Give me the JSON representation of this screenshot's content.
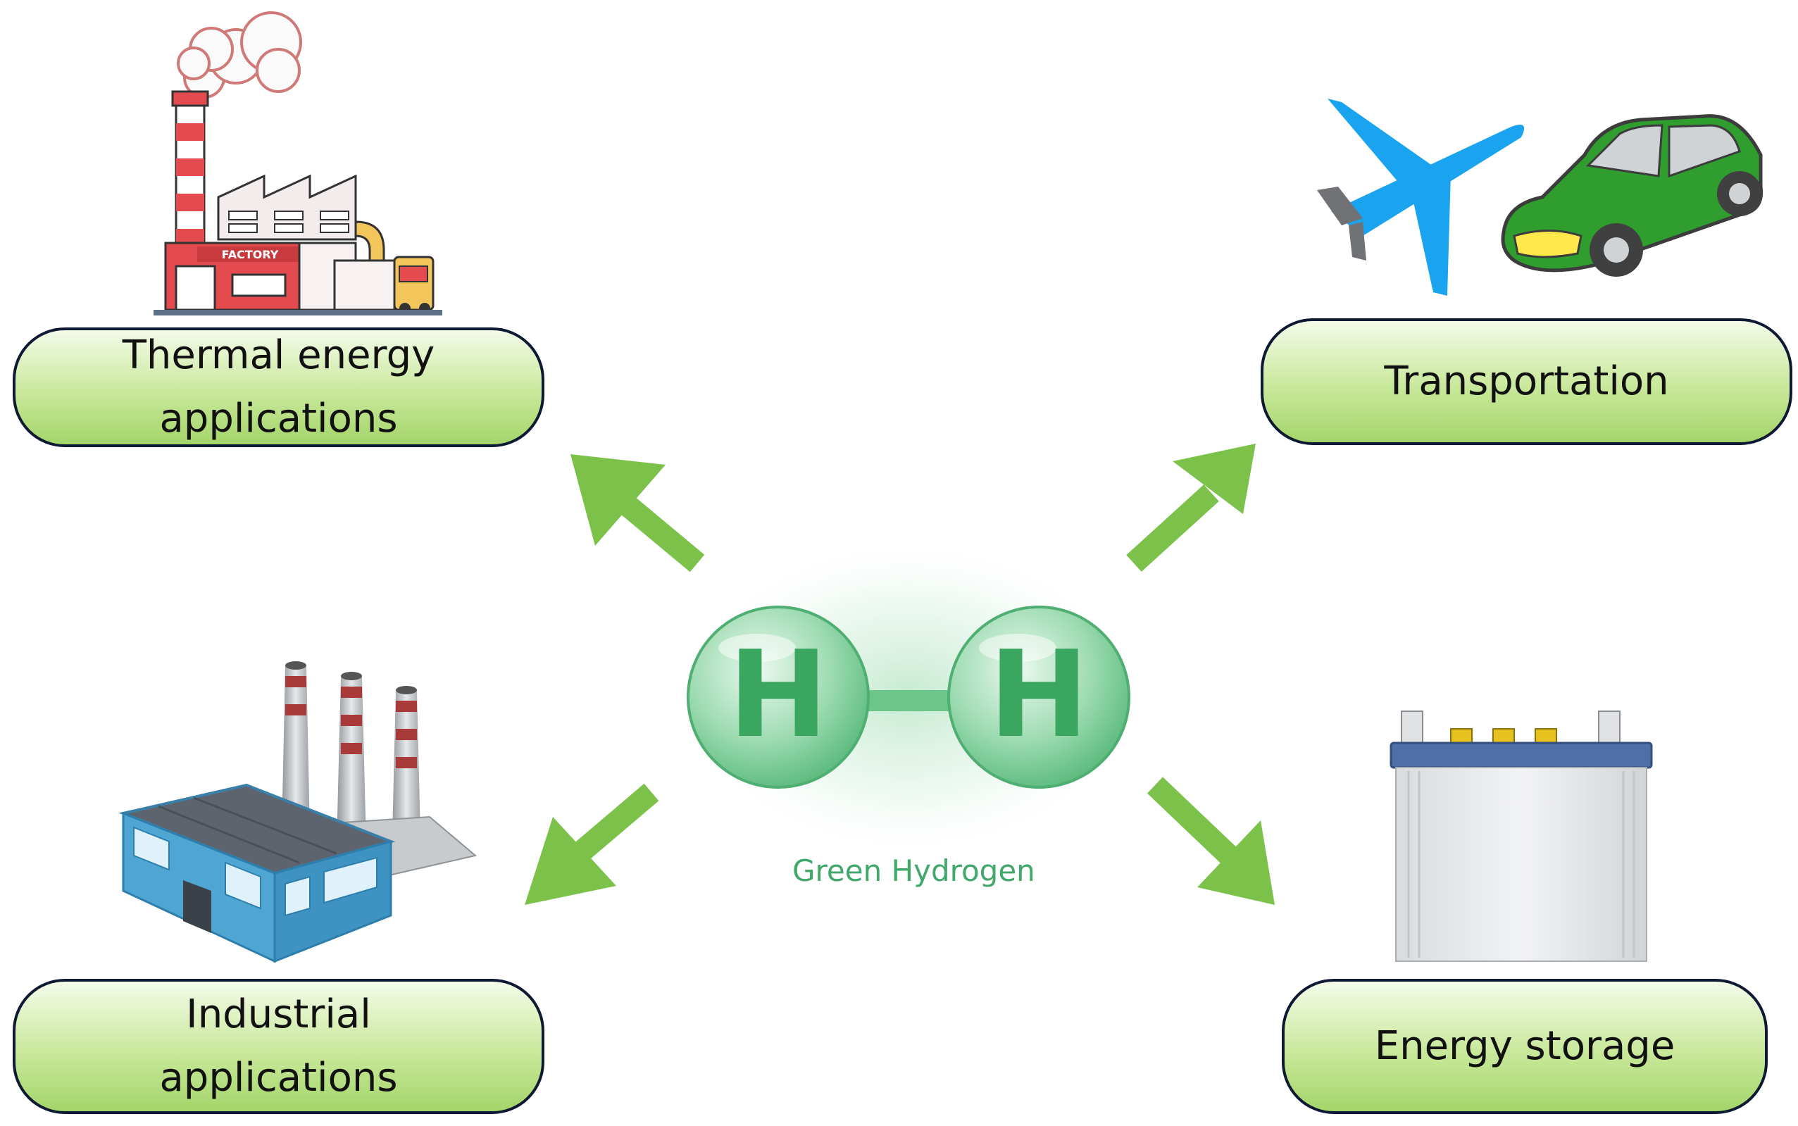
{
  "center": {
    "atom_symbol_left": "H",
    "atom_symbol_right": "H",
    "caption": "Green Hydrogen"
  },
  "factory": {
    "sign": "FACTORY"
  },
  "applications": {
    "thermal": {
      "line1": "Thermal energy",
      "line2": "applications"
    },
    "transportation": {
      "line1": "Transportation"
    },
    "industrial": {
      "line1": "Industrial",
      "line2": "applications"
    },
    "storage": {
      "line1": "Energy storage"
    }
  },
  "icons": {
    "thermal": "factory-smokestack-icon",
    "transportation": [
      "airplane-icon",
      "car-icon"
    ],
    "industrial": "industrial-plant-icon",
    "storage": "battery-icon",
    "arrows": "arrow-icon"
  },
  "colors": {
    "arrow": "#7cc24a",
    "box_border": "#0e1a33",
    "box_fill_top": "#f4fbe9",
    "box_fill_bottom": "#a4d56a",
    "hydrogen_green": "#3fa86a",
    "airplane": "#1aa3ef",
    "car": "#2f9e2f"
  }
}
